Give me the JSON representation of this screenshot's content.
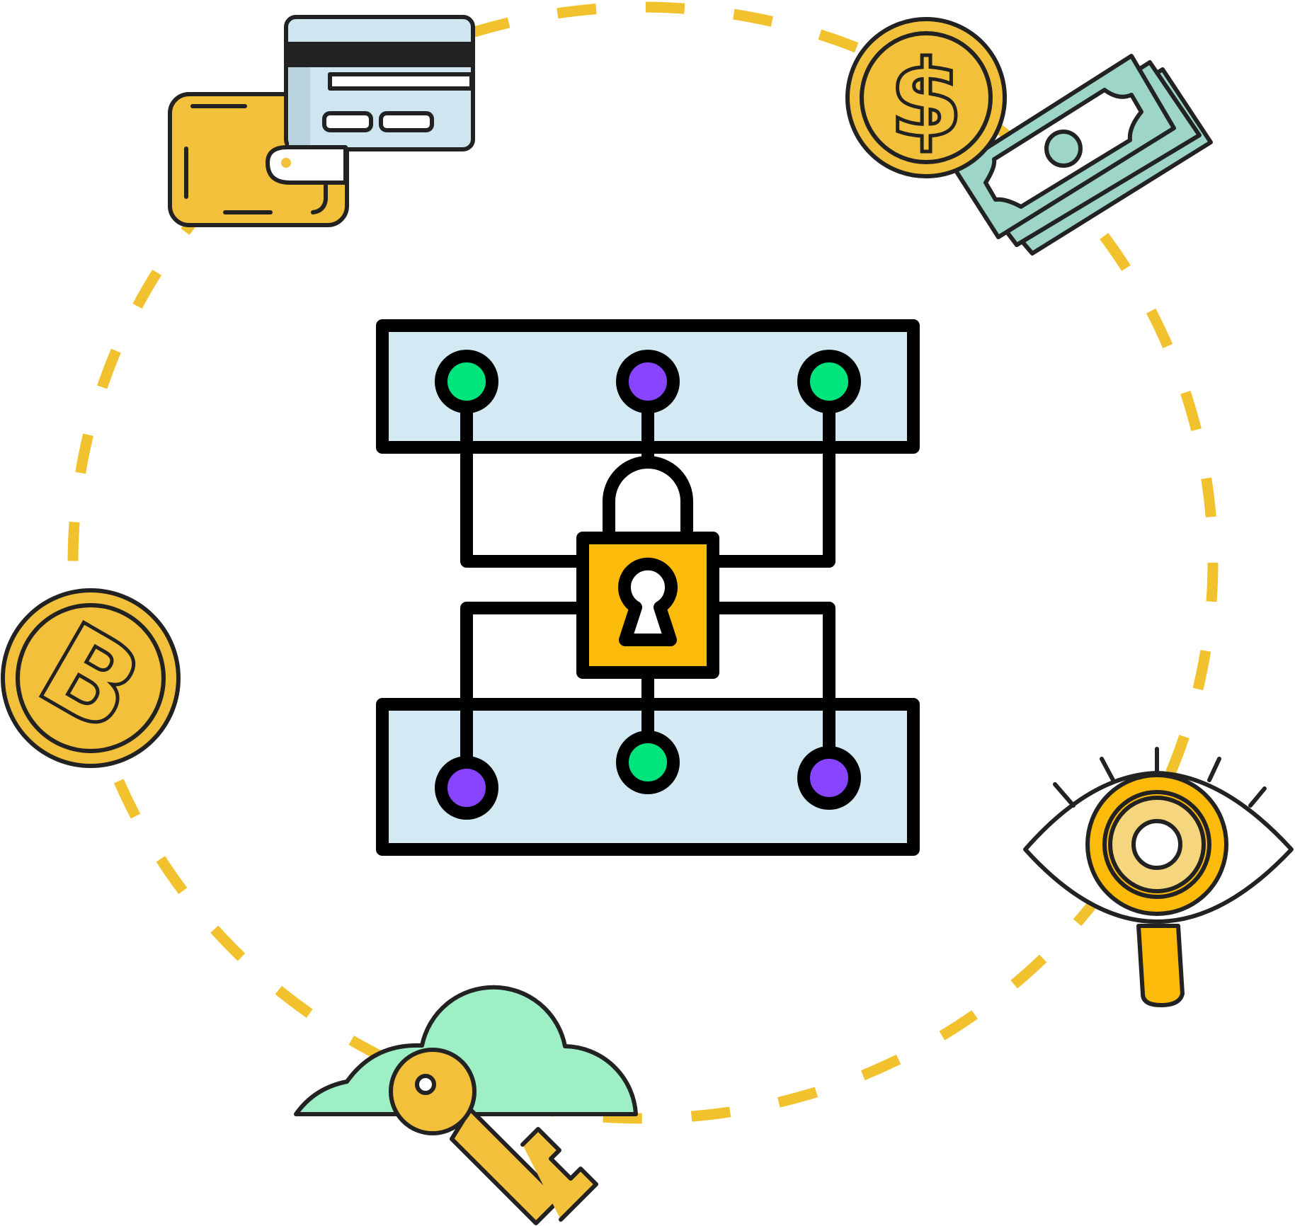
{
  "colors": {
    "ring": "#F2C12E",
    "outline": "#222222",
    "panel": "#D3EAF4",
    "lock": "#FCBA0B",
    "node_green": "#00E47C",
    "node_purple": "#8844FF",
    "gold": "#F2C03A",
    "card": "#CFE6F0",
    "cash": "#9DD6C8",
    "cloud": "#9EEFC5",
    "white": "#FFFFFF"
  },
  "icons": [
    "wallet-with-credit-card-icon",
    "dollar-coin-icon",
    "banknotes-icon",
    "bitcoin-coin-icon",
    "eye-magnifier-icon",
    "cloud-key-icon",
    "padlock-icon"
  ],
  "nodes": {
    "top": [
      "green",
      "purple",
      "green"
    ],
    "bottom": [
      "purple",
      "green",
      "purple"
    ]
  }
}
